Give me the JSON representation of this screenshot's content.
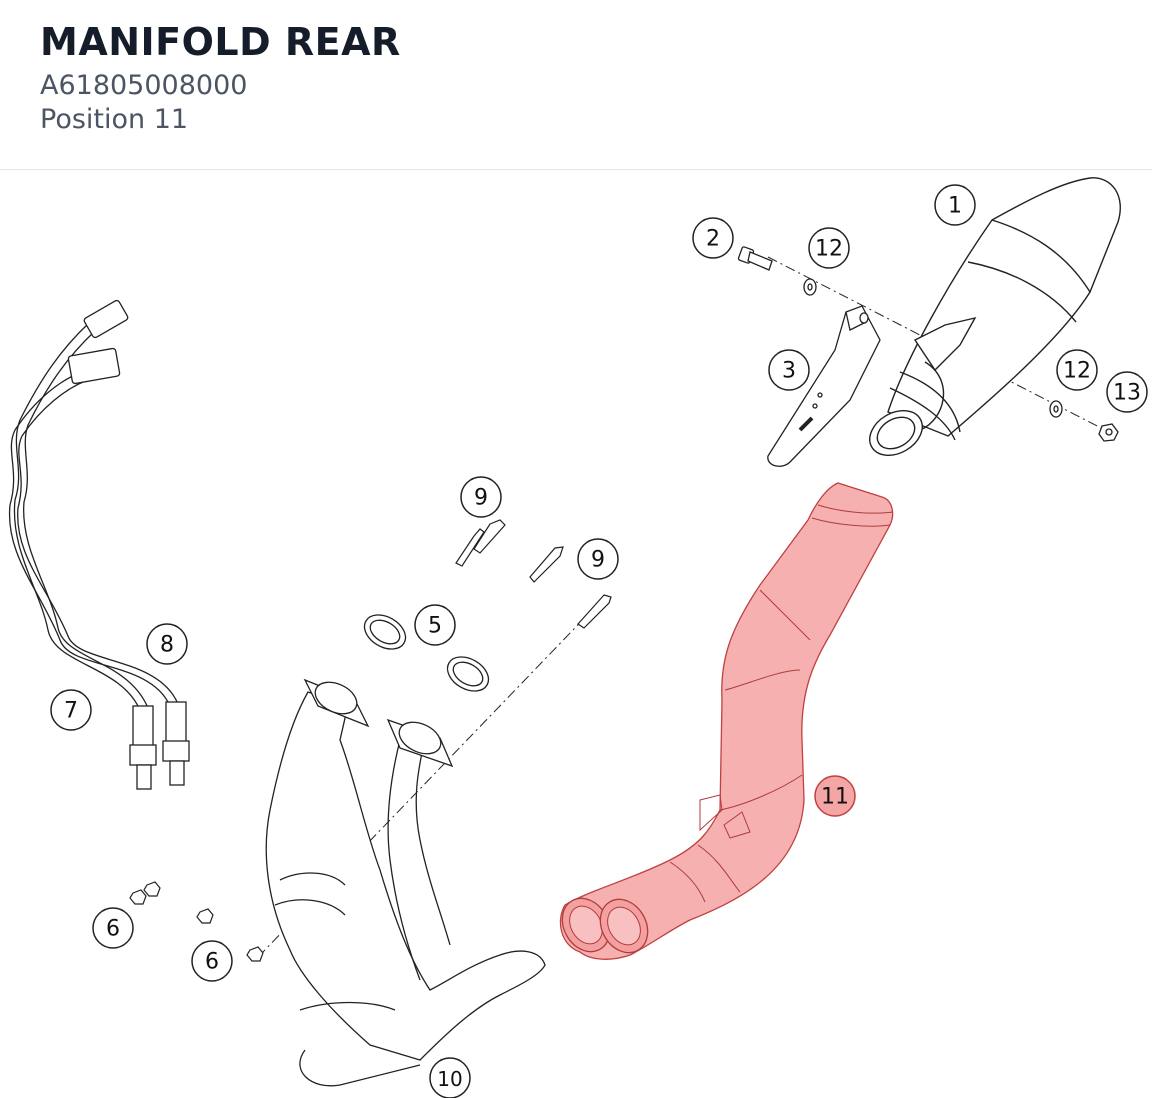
{
  "header": {
    "title": "MANIFOLD REAR",
    "part_number": "A61805008000",
    "position_label": "Position 11"
  },
  "diagram": {
    "highlight_color": "#f08080",
    "highlighted_callout": "11",
    "callouts": {
      "c1": "1",
      "c2": "2",
      "c3": "3",
      "c5": "5",
      "c6a": "6",
      "c6b": "6",
      "c7": "7",
      "c8": "8",
      "c9a": "9",
      "c9b": "9",
      "c10": "10",
      "c11": "11",
      "c12a": "12",
      "c12b": "12",
      "c13": "13"
    }
  }
}
